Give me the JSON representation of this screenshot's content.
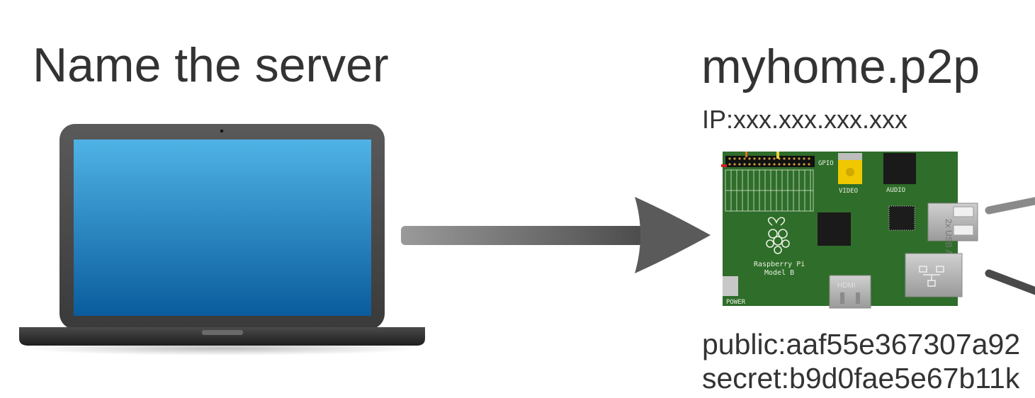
{
  "left": {
    "title": "Name the server"
  },
  "right": {
    "domain": "myhome.p2p",
    "ip": "IP:xxx.xxx.xxx.xxx",
    "public": "public:aaf55e367307a92",
    "secret": "secret:b9d0fae5e67b11k"
  },
  "board": {
    "gpio": "GPIO",
    "video": "VIDEO",
    "audio": "AUDIO",
    "usb": "2x USB A",
    "name_line1": "Raspberry Pi",
    "name_line2": "Model B",
    "power": "POWER",
    "hdmi": "HDMI"
  },
  "colors": {
    "pcb": "#2f6d2a",
    "screen_top": "#4fb3e6",
    "screen_bottom": "#0a5c9c",
    "arrow": "#5f5f5f"
  }
}
